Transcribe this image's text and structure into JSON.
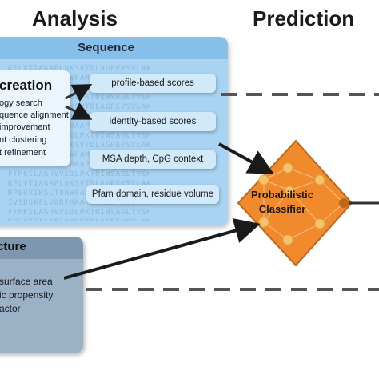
{
  "headers": {
    "analysis": "Analysis",
    "prediction": "Prediction"
  },
  "sequence": {
    "title": "Sequence",
    "creation_title": "creation",
    "creation_items": [
      "ogy search",
      "quence alignment",
      "improvement",
      "nt clustering",
      "t refinement"
    ],
    "features": [
      "profile-based scores",
      "identity-based scores",
      "MSA depth, CpG context",
      "Pfam domain, residue volume"
    ]
  },
  "structure": {
    "title": "cture",
    "items": [
      "surface area",
      "ic propensity",
      "actor"
    ]
  },
  "classifier": {
    "line1": "Probabilistic",
    "line2": "Classifier"
  },
  "colors": {
    "sequence_panel": "#a9d3f2",
    "structure_panel": "#9bb1c6",
    "classifier": "#f08a2c",
    "classifier_node": "#f5c36b"
  }
}
